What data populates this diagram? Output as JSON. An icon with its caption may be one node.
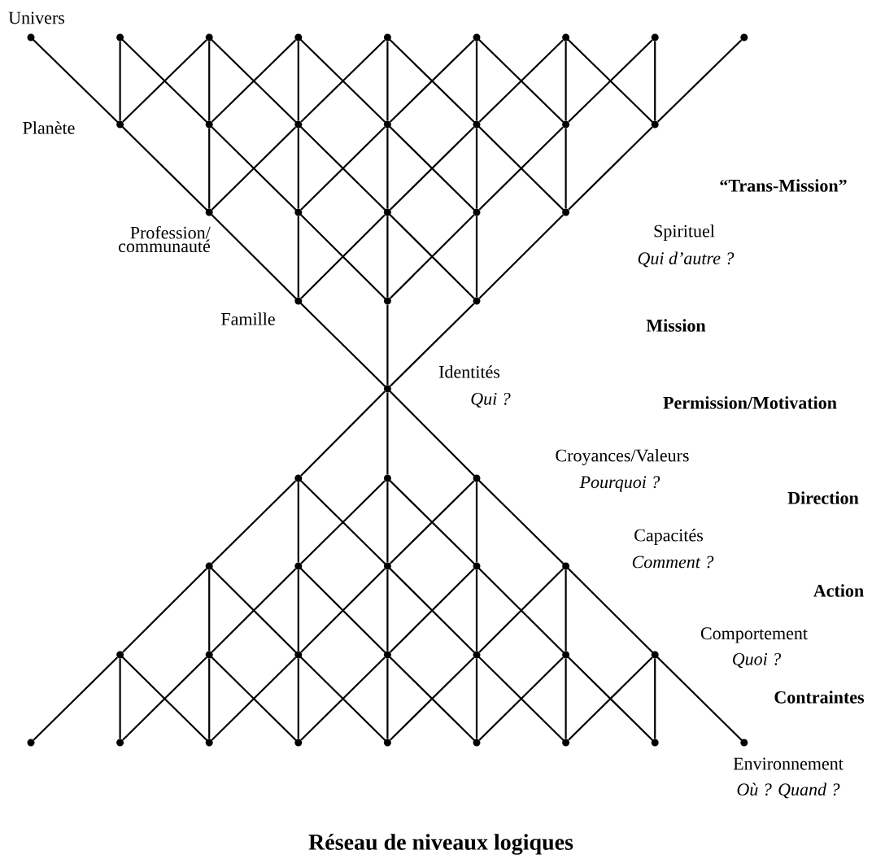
{
  "diagram": {
    "caption": "Réseau de niveaux logiques",
    "nodes": [
      {
        "text": [],
        "shape": "circle",
        "beside": [
          "Univers"
        ]
      },
      {
        "text": [],
        "shape": "circle"
      },
      {
        "text": [],
        "shape": "circle"
      },
      {
        "text": [],
        "shape": "circle"
      },
      {
        "text": [],
        "shape": "circle"
      },
      {
        "text": [],
        "shape": "circle"
      },
      {
        "text": [],
        "shape": "circle"
      },
      {
        "text": [],
        "shape": "circle"
      },
      {
        "text": [],
        "shape": "circle"
      },
      {
        "text": [],
        "shape": "circle",
        "beside": [
          "Planète"
        ]
      },
      {
        "text": [],
        "shape": "circle"
      },
      {
        "text": [],
        "shape": "circle"
      },
      {
        "text": [],
        "shape": "circle"
      },
      {
        "text": [],
        "shape": "circle"
      },
      {
        "text": [],
        "shape": "circle"
      },
      {
        "text": [],
        "shape": "circle"
      },
      {
        "text": [],
        "shape": "circle",
        "beside": [
          "Profession/ communauté"
        ]
      },
      {
        "text": [],
        "shape": "circle"
      },
      {
        "text": [],
        "shape": "circle"
      },
      {
        "text": [],
        "shape": "circle"
      },
      {
        "text": [],
        "shape": "circle"
      },
      {
        "text": [],
        "shape": "circle",
        "beside": [
          "Famille"
        ]
      },
      {
        "text": [],
        "shape": "circle"
      },
      {
        "text": [],
        "shape": "circle"
      },
      {
        "text": [],
        "shape": "circle",
        "beside": [
          "Identités",
          "Qui ?"
        ]
      },
      {
        "text": [],
        "shape": "circle"
      },
      {
        "text": [],
        "shape": "circle"
      },
      {
        "text": [],
        "shape": "circle",
        "beside": [
          "Croyances/Valeurs",
          "Pourquoi ?"
        ]
      },
      {
        "text": [],
        "shape": "circle"
      },
      {
        "text": [],
        "shape": "circle"
      },
      {
        "text": [],
        "shape": "circle"
      },
      {
        "text": [],
        "shape": "circle"
      },
      {
        "text": [],
        "shape": "circle",
        "beside": [
          "Capacités",
          "Comment ?"
        ]
      },
      {
        "text": [],
        "shape": "circle"
      },
      {
        "text": [],
        "shape": "circle"
      },
      {
        "text": [],
        "shape": "circle"
      },
      {
        "text": [],
        "shape": "circle"
      },
      {
        "text": [],
        "shape": "circle"
      },
      {
        "text": [],
        "shape": "circle"
      },
      {
        "text": [],
        "shape": "circle",
        "beside": [
          "Comportement",
          "Quoi ?"
        ]
      },
      {
        "text": [],
        "shape": "circle"
      },
      {
        "text": [],
        "shape": "circle"
      },
      {
        "text": [],
        "shape": "circle"
      },
      {
        "text": [],
        "shape": "circle"
      },
      {
        "text": [],
        "shape": "circle"
      },
      {
        "text": [],
        "shape": "circle"
      },
      {
        "text": [],
        "shape": "circle"
      },
      {
        "text": [],
        "shape": "circle"
      },
      {
        "text": [],
        "shape": "circle",
        "beside": [
          "Environnement",
          "Où ? Quand ?"
        ]
      }
    ],
    "edges": [
      {
        "from": 0,
        "to": 9,
        "arrow": "none"
      },
      {
        "from": 1,
        "to": 9,
        "arrow": "none"
      },
      {
        "from": 2,
        "to": 9,
        "arrow": "none"
      },
      {
        "from": 1,
        "to": 10,
        "arrow": "none"
      },
      {
        "from": 2,
        "to": 10,
        "arrow": "none"
      },
      {
        "from": 3,
        "to": 10,
        "arrow": "none"
      },
      {
        "from": 2,
        "to": 11,
        "arrow": "none"
      },
      {
        "from": 3,
        "to": 11,
        "arrow": "none"
      },
      {
        "from": 4,
        "to": 11,
        "arrow": "none"
      },
      {
        "from": 3,
        "to": 12,
        "arrow": "none"
      },
      {
        "from": 4,
        "to": 12,
        "arrow": "none"
      },
      {
        "from": 5,
        "to": 12,
        "arrow": "none"
      },
      {
        "from": 4,
        "to": 13,
        "arrow": "none"
      },
      {
        "from": 5,
        "to": 13,
        "arrow": "none"
      },
      {
        "from": 6,
        "to": 13,
        "arrow": "none"
      },
      {
        "from": 5,
        "to": 14,
        "arrow": "none"
      },
      {
        "from": 6,
        "to": 14,
        "arrow": "none"
      },
      {
        "from": 7,
        "to": 14,
        "arrow": "none"
      },
      {
        "from": 6,
        "to": 15,
        "arrow": "none"
      },
      {
        "from": 7,
        "to": 15,
        "arrow": "none"
      },
      {
        "from": 8,
        "to": 15,
        "arrow": "none"
      },
      {
        "from": 9,
        "to": 16,
        "arrow": "none"
      },
      {
        "from": 10,
        "to": 16,
        "arrow": "none"
      },
      {
        "from": 11,
        "to": 16,
        "arrow": "none"
      },
      {
        "from": 10,
        "to": 17,
        "arrow": "none"
      },
      {
        "from": 11,
        "to": 17,
        "arrow": "none"
      },
      {
        "from": 12,
        "to": 17,
        "arrow": "none"
      },
      {
        "from": 11,
        "to": 18,
        "arrow": "none"
      },
      {
        "from": 12,
        "to": 18,
        "arrow": "none"
      },
      {
        "from": 13,
        "to": 18,
        "arrow": "none"
      },
      {
        "from": 12,
        "to": 19,
        "arrow": "none"
      },
      {
        "from": 13,
        "to": 19,
        "arrow": "none"
      },
      {
        "from": 14,
        "to": 19,
        "arrow": "none"
      },
      {
        "from": 13,
        "to": 20,
        "arrow": "none"
      },
      {
        "from": 14,
        "to": 20,
        "arrow": "none"
      },
      {
        "from": 15,
        "to": 20,
        "arrow": "none"
      },
      {
        "from": 16,
        "to": 21,
        "arrow": "none"
      },
      {
        "from": 17,
        "to": 21,
        "arrow": "none"
      },
      {
        "from": 18,
        "to": 21,
        "arrow": "none"
      },
      {
        "from": 17,
        "to": 22,
        "arrow": "none"
      },
      {
        "from": 18,
        "to": 22,
        "arrow": "none"
      },
      {
        "from": 19,
        "to": 22,
        "arrow": "none"
      },
      {
        "from": 18,
        "to": 23,
        "arrow": "none"
      },
      {
        "from": 19,
        "to": 23,
        "arrow": "none"
      },
      {
        "from": 20,
        "to": 23,
        "arrow": "none"
      },
      {
        "from": 21,
        "to": 24,
        "arrow": "none"
      },
      {
        "from": 22,
        "to": 24,
        "arrow": "none"
      },
      {
        "from": 23,
        "to": 24,
        "arrow": "none"
      },
      {
        "from": 24,
        "to": 25,
        "arrow": "none"
      },
      {
        "from": 24,
        "to": 26,
        "arrow": "none"
      },
      {
        "from": 24,
        "to": 27,
        "arrow": "none"
      },
      {
        "from": 25,
        "to": 28,
        "arrow": "none"
      },
      {
        "from": 25,
        "to": 29,
        "arrow": "none"
      },
      {
        "from": 25,
        "to": 30,
        "arrow": "none"
      },
      {
        "from": 26,
        "to": 29,
        "arrow": "none"
      },
      {
        "from": 26,
        "to": 30,
        "arrow": "none"
      },
      {
        "from": 26,
        "to": 31,
        "arrow": "none"
      },
      {
        "from": 27,
        "to": 30,
        "arrow": "none"
      },
      {
        "from": 27,
        "to": 31,
        "arrow": "none"
      },
      {
        "from": 27,
        "to": 32,
        "arrow": "none"
      },
      {
        "from": 28,
        "to": 33,
        "arrow": "none"
      },
      {
        "from": 28,
        "to": 34,
        "arrow": "none"
      },
      {
        "from": 28,
        "to": 35,
        "arrow": "none"
      },
      {
        "from": 29,
        "to": 34,
        "arrow": "none"
      },
      {
        "from": 29,
        "to": 35,
        "arrow": "none"
      },
      {
        "from": 29,
        "to": 36,
        "arrow": "none"
      },
      {
        "from": 30,
        "to": 35,
        "arrow": "none"
      },
      {
        "from": 30,
        "to": 36,
        "arrow": "none"
      },
      {
        "from": 30,
        "to": 37,
        "arrow": "none"
      },
      {
        "from": 31,
        "to": 36,
        "arrow": "none"
      },
      {
        "from": 31,
        "to": 37,
        "arrow": "none"
      },
      {
        "from": 31,
        "to": 38,
        "arrow": "none"
      },
      {
        "from": 32,
        "to": 37,
        "arrow": "none"
      },
      {
        "from": 32,
        "to": 38,
        "arrow": "none"
      },
      {
        "from": 32,
        "to": 39,
        "arrow": "none"
      },
      {
        "from": 33,
        "to": 40,
        "arrow": "none"
      },
      {
        "from": 33,
        "to": 41,
        "arrow": "none"
      },
      {
        "from": 33,
        "to": 42,
        "arrow": "none"
      },
      {
        "from": 34,
        "to": 41,
        "arrow": "none"
      },
      {
        "from": 34,
        "to": 42,
        "arrow": "none"
      },
      {
        "from": 34,
        "to": 43,
        "arrow": "none"
      },
      {
        "from": 35,
        "to": 42,
        "arrow": "none"
      },
      {
        "from": 35,
        "to": 43,
        "arrow": "none"
      },
      {
        "from": 35,
        "to": 44,
        "arrow": "none"
      },
      {
        "from": 36,
        "to": 43,
        "arrow": "none"
      },
      {
        "from": 36,
        "to": 44,
        "arrow": "none"
      },
      {
        "from": 36,
        "to": 45,
        "arrow": "none"
      },
      {
        "from": 37,
        "to": 44,
        "arrow": "none"
      },
      {
        "from": 37,
        "to": 45,
        "arrow": "none"
      },
      {
        "from": 37,
        "to": 46,
        "arrow": "none"
      },
      {
        "from": 38,
        "to": 45,
        "arrow": "none"
      },
      {
        "from": 38,
        "to": 46,
        "arrow": "none"
      },
      {
        "from": 38,
        "to": 47,
        "arrow": "none"
      },
      {
        "from": 39,
        "to": 46,
        "arrow": "none"
      },
      {
        "from": 39,
        "to": 47,
        "arrow": "none"
      },
      {
        "from": 39,
        "to": 48,
        "arrow": "none"
      }
    ],
    "labels": [
      "“Trans-Mission”",
      "Spirituel",
      "Qui d’autre ?",
      "Mission",
      "Permission/Motivation",
      "Direction",
      "Action",
      "Contraintes"
    ]
  }
}
